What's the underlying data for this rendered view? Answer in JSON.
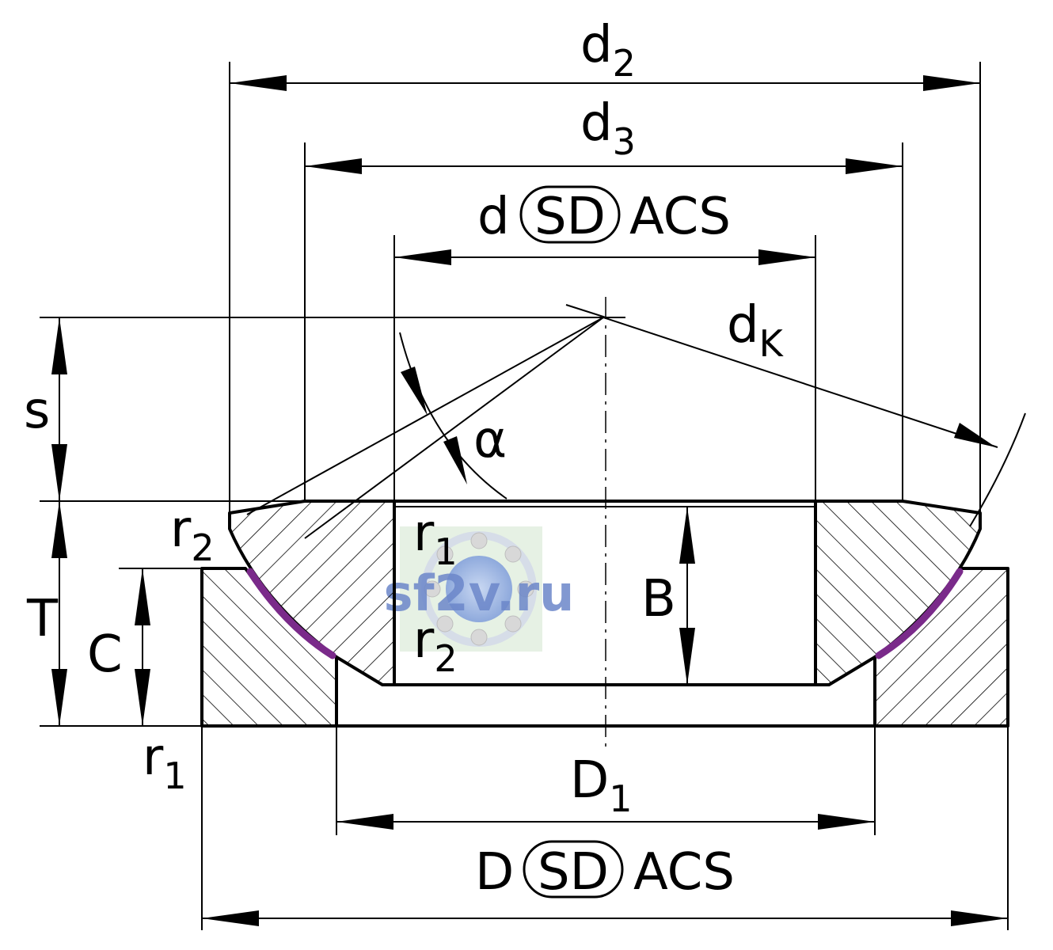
{
  "labels": {
    "d2": {
      "main": "d",
      "sub": "2"
    },
    "d3": {
      "main": "d",
      "sub": "3"
    },
    "d_acs": {
      "prefix": "d",
      "badge": "SD",
      "suffix": "ACS"
    },
    "dk": {
      "main": "d",
      "sub": "K"
    },
    "alpha": "α",
    "s": "s",
    "T": "T",
    "C": "C",
    "B": "B",
    "r2_left": {
      "main": "r",
      "sub": "2"
    },
    "r1_inner": {
      "main": "r",
      "sub": "1"
    },
    "r2_inner": {
      "main": "r",
      "sub": "2"
    },
    "r1_bottom": {
      "main": "r",
      "sub": "1"
    },
    "D1": {
      "main": "D",
      "sub": "1"
    },
    "D_acs": {
      "prefix": "D",
      "badge": "SD",
      "suffix": "ACS"
    }
  },
  "watermark": "sf2v.ru",
  "colors": {
    "line": "#000000",
    "sliding_layer": "#7a2a8a",
    "watermark_text": "#6b86c9",
    "watermark_bg": "#e6f1e4"
  }
}
